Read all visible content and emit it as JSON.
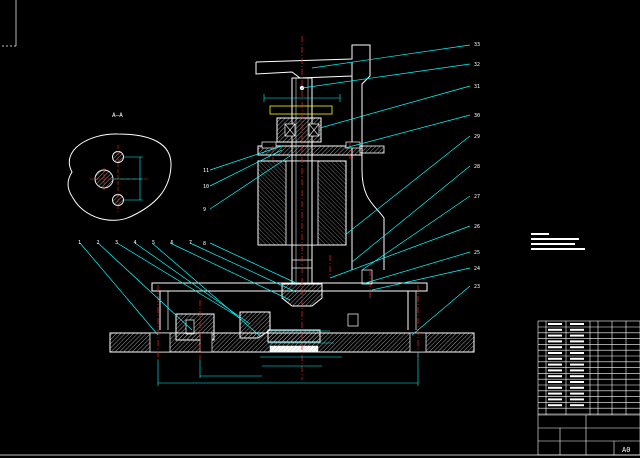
{
  "drawing": {
    "section_label": "A—A",
    "sheet_size": "A0",
    "balloons_left": [
      "11",
      "10",
      "9",
      "8"
    ],
    "balloons_bottom": [
      "1",
      "2",
      "3",
      "4",
      "5",
      "6",
      "7"
    ],
    "balloons_right": [
      "33",
      "32",
      "31",
      "30",
      "29",
      "28",
      "27",
      "26",
      "25",
      "24",
      "23"
    ],
    "colors": {
      "background": "#000000",
      "outline": "#ffffff",
      "leaders": "#00ffff",
      "centerlines": "#ff2020",
      "hatch": "#bfbfbf",
      "dimensions": "#00ffff",
      "secondary": "#ffff00"
    }
  }
}
